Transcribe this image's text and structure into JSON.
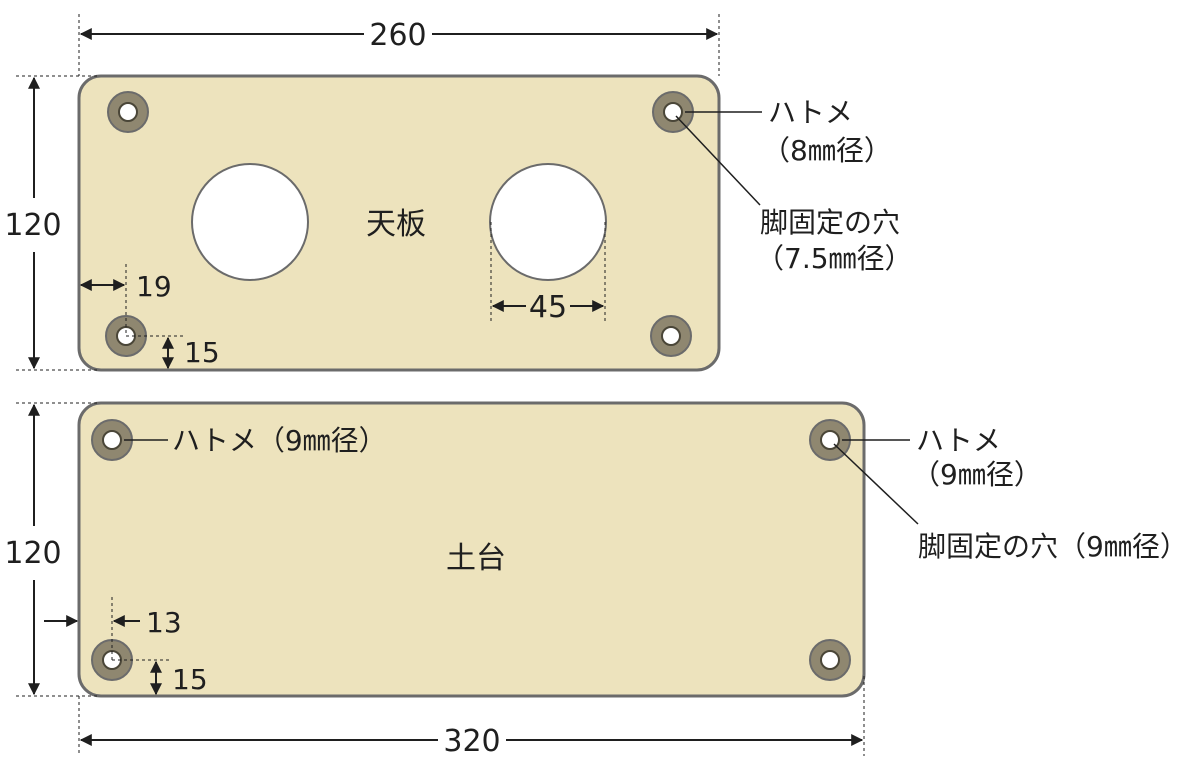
{
  "colors": {
    "plate_fill": "#ede3bd",
    "plate_stroke": "#6b6b6b",
    "hole_fill": "#ffffff",
    "eyelet_fill": "#8f8770",
    "line": "#1f1f1f"
  },
  "top_plate": {
    "title": "天板",
    "width_label": "260",
    "height_label": "120",
    "edge_x_label": "19",
    "edge_y_label": "15",
    "hole_diameter_label": "45",
    "eyelet_label_line1": "ハトメ",
    "eyelet_label_line2": "（8㎜径）",
    "leg_hole_label_line1": "脚固定の穴",
    "leg_hole_label_line2": "（7.5㎜径）"
  },
  "base_plate": {
    "title": "土台",
    "width_label": "320",
    "height_label": "120",
    "edge_x_label": "13",
    "edge_y_label": "15",
    "eyelet_label_left": "ハトメ（9㎜径）",
    "eyelet_label_right_line1": "ハトメ",
    "eyelet_label_right_line2": "（9㎜径）",
    "leg_hole_label": "脚固定の穴（9㎜径）"
  }
}
